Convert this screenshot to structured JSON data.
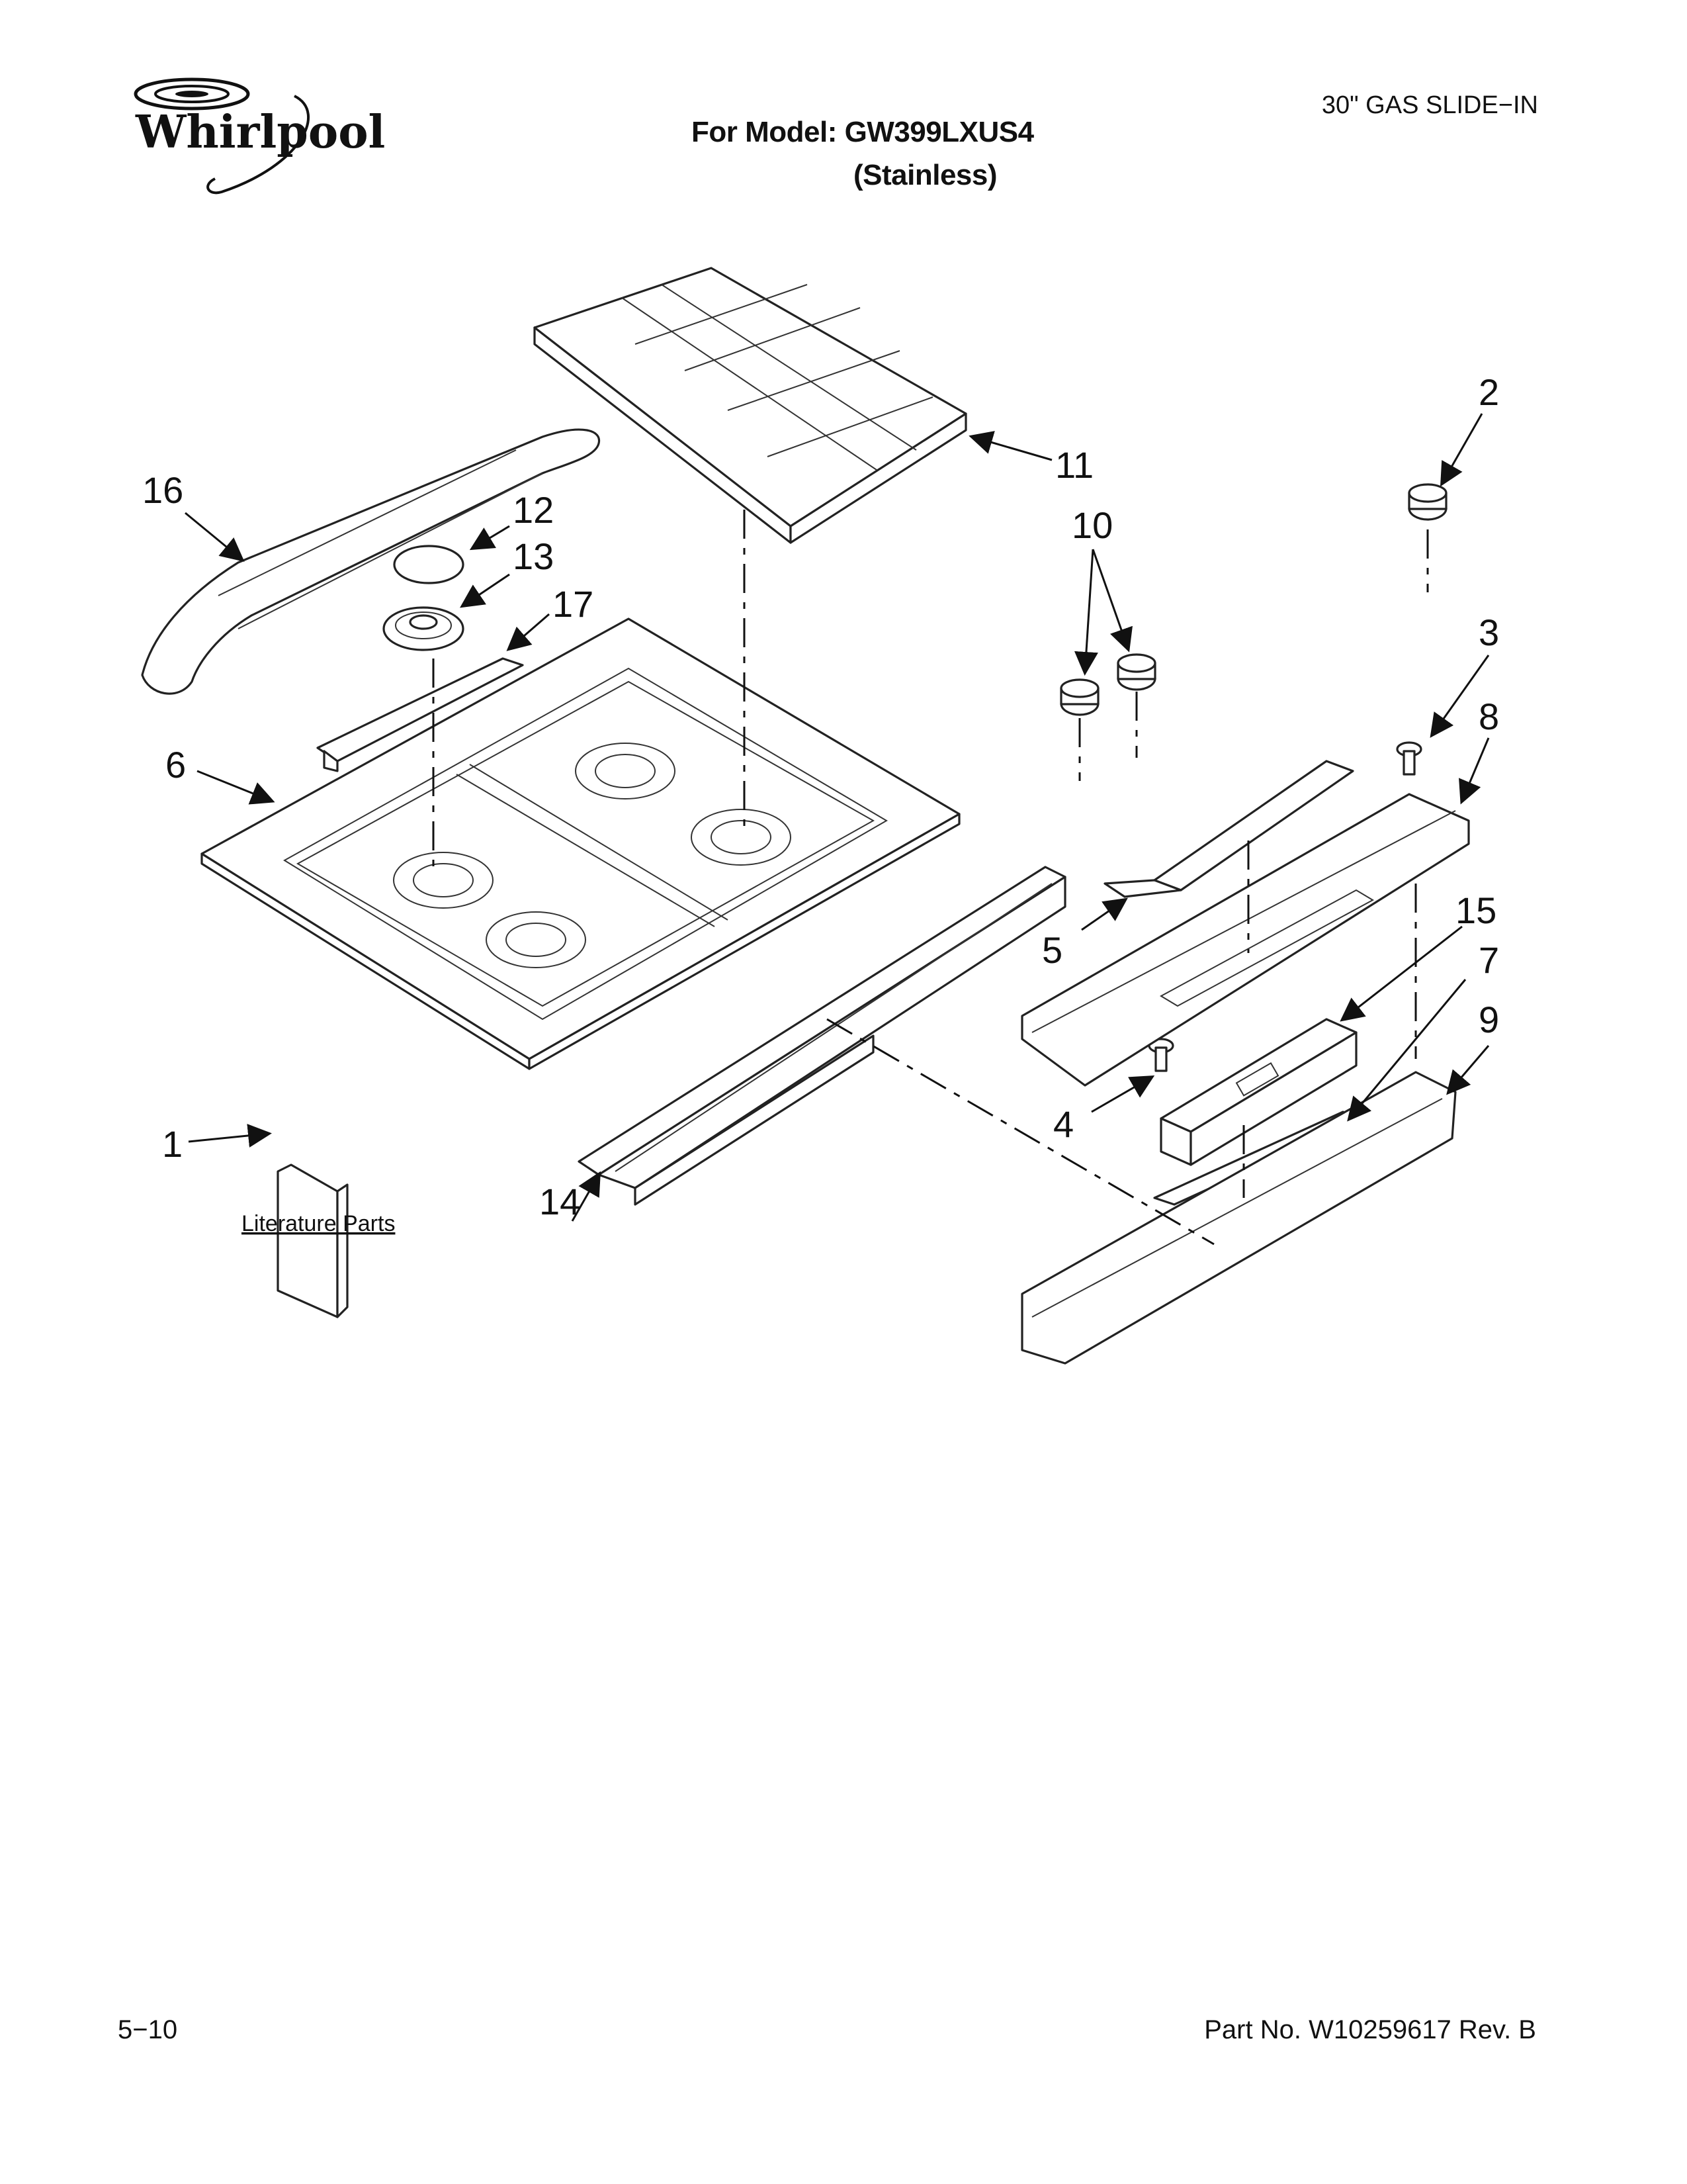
{
  "header": {
    "brand": "Whirlpool",
    "model_line": "For Model: GW399LXUS4",
    "model_finish": "(Stainless)",
    "document_type": "30\" GAS SLIDE−IN"
  },
  "footer": {
    "page_number": "5−10",
    "part_number": "Part No. W10259617 Rev. B"
  },
  "callouts": {
    "c1": "1",
    "c2": "2",
    "c3": "3",
    "c4": "4",
    "c5": "5",
    "c6": "6",
    "c7": "7",
    "c8": "8",
    "c9": "9",
    "c10": "10",
    "c11": "11",
    "c12": "12",
    "c13": "13",
    "c14": "14",
    "c15": "15",
    "c16": "16",
    "c17": "17"
  },
  "literature_label": "Literature Parts"
}
